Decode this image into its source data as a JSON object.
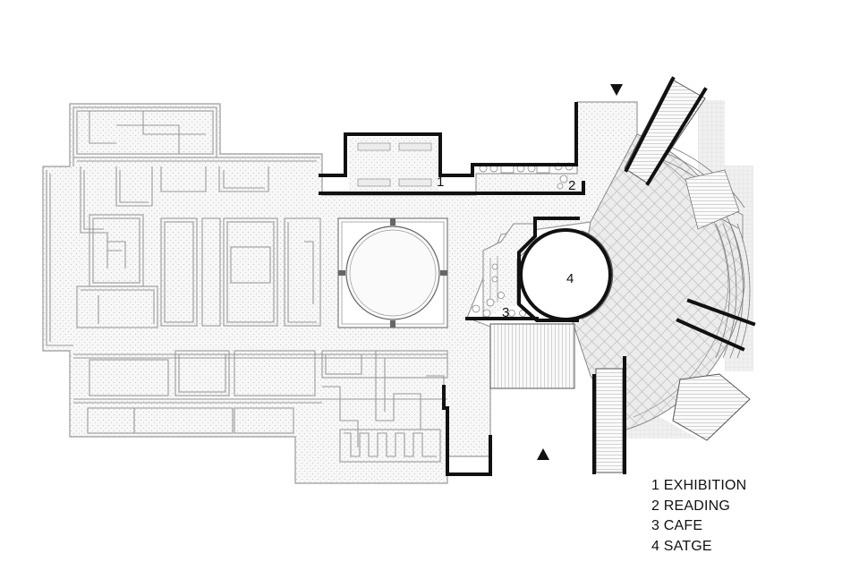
{
  "plan": {
    "room_numbers": {
      "exhibition": "1",
      "reading": "2",
      "cafe": "3",
      "stage": "4"
    },
    "legend": [
      {
        "text": "1 EXHIBITION"
      },
      {
        "text": "2 READING"
      },
      {
        "text": "3 CAFE"
      },
      {
        "text": "4 SATGE"
      }
    ],
    "entrance_markers": [
      "triangle-down-icon",
      "triangle-up-icon"
    ],
    "colors": {
      "wall": "#111111",
      "outline": "#9a9a9a",
      "floor": "#f4f4f4",
      "paving": "#e8e8e8"
    }
  }
}
